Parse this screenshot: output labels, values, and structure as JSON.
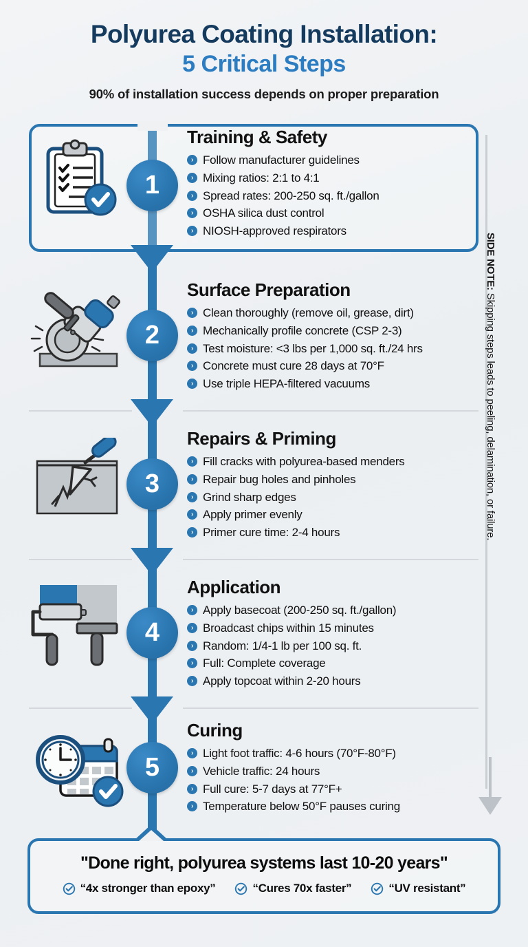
{
  "header": {
    "title_line1": "Polyurea Coating Installation:",
    "title_line2": "5 Critical Steps",
    "subtitle": "90% of installation success depends on proper preparation"
  },
  "colors": {
    "brand_blue": "#2a76b0",
    "dark_navy": "#143a5e",
    "accent_blue": "#2b7cc0",
    "background": "#eef1f3",
    "divider_gray": "#d4d8dc",
    "side_gray": "#bcc2c8"
  },
  "steps": [
    {
      "number": "1",
      "title": "Training & Safety",
      "icon": "clipboard-checklist-icon",
      "bullets": [
        "Follow manufacturer guidelines",
        "Mixing ratios: 2:1 to 4:1",
        "Spread rates: 200-250 sq. ft./gallon",
        "OSHA silica dust control",
        "NIOSH-approved respirators"
      ]
    },
    {
      "number": "2",
      "title": "Surface Preparation",
      "icon": "angle-grinder-icon",
      "bullets": [
        "Clean thoroughly (remove oil, grease, dirt)",
        "Mechanically profile concrete (CSP 2-3)",
        "Test moisture: <3 lbs per 1,000 sq. ft./24 hrs",
        "Concrete must cure 28 days at 70°F",
        "Use triple HEPA-filtered vacuums"
      ]
    },
    {
      "number": "3",
      "title": "Repairs & Priming",
      "icon": "trowel-crack-repair-icon",
      "bullets": [
        "Fill cracks with polyurea-based menders",
        "Repair bug holes and pinholes",
        "Grind sharp edges",
        "Apply primer evenly",
        "Primer cure time: 2-4 hours"
      ]
    },
    {
      "number": "4",
      "title": "Application",
      "icon": "paint-roller-squeegee-icon",
      "bullets": [
        "Apply basecoat (200-250 sq. ft./gallon)",
        "Broadcast chips within 15 minutes",
        "Random: 1/4-1 lb per 100 sq. ft.",
        "Full: Complete coverage",
        "Apply topcoat within 2-20 hours"
      ]
    },
    {
      "number": "5",
      "title": "Curing",
      "icon": "clock-calendar-icon",
      "bullets": [
        "Light foot traffic: 4-6 hours (70°F-80°F)",
        "Vehicle traffic: 24 hours",
        "Full cure: 5-7 days at 77°F+",
        "Temperature below 50°F pauses curing"
      ]
    }
  ],
  "side_note": {
    "label": "SIDE NOTE:",
    "text": " Skipping steps leads to peeling, delamination, or failure."
  },
  "footer": {
    "quote": "\"Done right, polyurea systems last 10-20 years\"",
    "badges": [
      "“4x stronger than epoxy”",
      "“Cures 70x faster”",
      "“UV resistant”"
    ]
  }
}
